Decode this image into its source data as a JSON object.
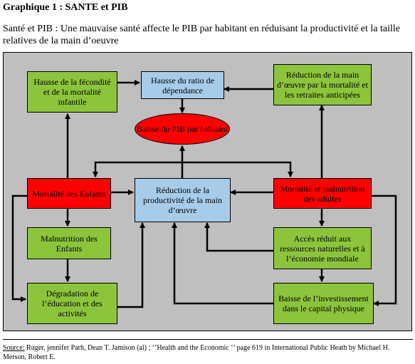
{
  "title": "Graphique 1 : SANTE et PIB",
  "subtitle": "Santé et PIB : Une mauvaise santé affecte le PIB par habitant en réduisant la productivité et la taille relatives de la main d’oeuvre",
  "boxes": {
    "fecondite": "Hausse de la fécondité et de la mortalité infantile",
    "ratio": "Hausse du ratio de dépendance",
    "reduction_main": "Réduction de la main d’œuvre par la mortalité et les retraites anticipées",
    "pib": "Baisse du PIB par habitant",
    "mortalite_enfants": "Mortalité des Enfants",
    "productivite": "Réduction de la productivité de la main d’œuvre",
    "mortalite_adultes": "Mortalité et malnutrition des adultes",
    "malnutrition_enfants": "Malnutrition des Enfants",
    "acces": "Accès réduit aux ressources naturelles et à l’économie mondiale",
    "education": "Dégradation de l’éducation et des activités",
    "investissement": "Baisse de l’investissement dans le capital physique"
  },
  "source": {
    "label": "Source:",
    "text": " Ruger, jennifer Parh, Dean T. Jamison (al) ; ‘’Health and the Economic ‘’ page 619 in International Public Heath by Michael H. Merson, Robert E."
  },
  "colors": {
    "green": "#8cc43c",
    "blue": "#a7ccea",
    "red": "#ff0000",
    "frame": "#bfbfbf"
  }
}
